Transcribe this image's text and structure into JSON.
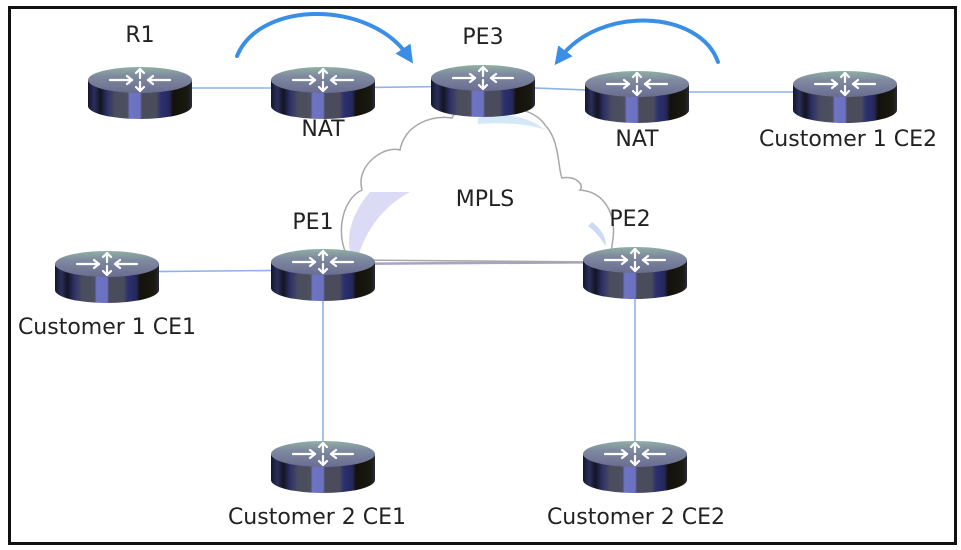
{
  "title": "MPLS network with NAT toward PE3",
  "colors": {
    "link": "#8fb2ea",
    "cloud_link": "#a7a3c8",
    "arrow": "#3a8ee6",
    "border": "#111111",
    "cloud_stroke": "#a8a8a8",
    "cloud_shade": "#d9d9f5"
  },
  "cloud": {
    "label": "MPLS"
  },
  "nodes": [
    {
      "id": "r1",
      "label": "R1",
      "type": "router-icon"
    },
    {
      "id": "nat-left",
      "label": "NAT",
      "type": "router-icon"
    },
    {
      "id": "pe3",
      "label": "PE3",
      "type": "router-icon"
    },
    {
      "id": "nat-right",
      "label": "NAT",
      "type": "router-icon"
    },
    {
      "id": "c1-ce2",
      "label": "Customer 1 CE2",
      "type": "router-icon"
    },
    {
      "id": "c1-ce1",
      "label": "Customer 1 CE1",
      "type": "router-icon"
    },
    {
      "id": "pe1",
      "label": "PE1",
      "type": "router-icon"
    },
    {
      "id": "pe2",
      "label": "PE2",
      "type": "router-icon"
    },
    {
      "id": "c2-ce1",
      "label": "Customer 2 CE1",
      "type": "router-icon"
    },
    {
      "id": "c2-ce2",
      "label": "Customer 2 CE2",
      "type": "router-icon"
    }
  ],
  "links": [
    {
      "from": "r1",
      "to": "nat-left"
    },
    {
      "from": "nat-left",
      "to": "pe3"
    },
    {
      "from": "pe3",
      "to": "nat-right"
    },
    {
      "from": "nat-right",
      "to": "c1-ce2"
    },
    {
      "from": "c1-ce1",
      "to": "pe1"
    },
    {
      "from": "pe1",
      "to": "pe2",
      "via": "MPLS"
    },
    {
      "from": "pe1",
      "to": "c2-ce1"
    },
    {
      "from": "pe2",
      "to": "c2-ce2"
    }
  ],
  "arrows": [
    {
      "id": "arrow-left-to-pe3",
      "from": "nat-left",
      "to": "pe3",
      "direction": "clockwise"
    },
    {
      "id": "arrow-right-to-pe3",
      "from": "nat-right",
      "to": "pe3",
      "direction": "counter-clockwise"
    }
  ]
}
